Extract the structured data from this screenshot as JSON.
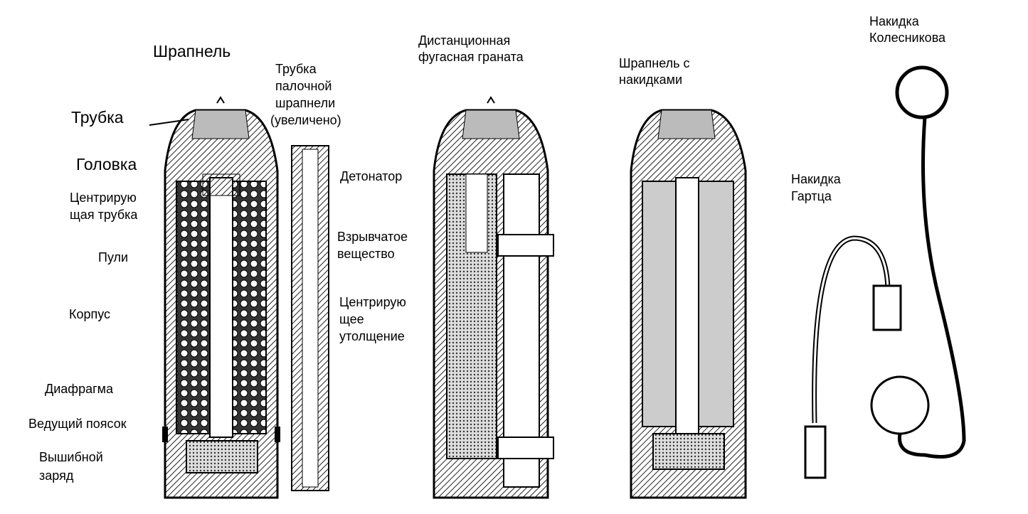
{
  "shrapnel": {
    "title": "Шрапнель",
    "labels": {
      "tube": "Трубка",
      "head": "Головка",
      "centering_tube": [
        "Центрирую",
        "щая трубка"
      ],
      "bullets": "Пули",
      "body": "Корпус",
      "diaphragm": "Диафрагма",
      "driving_band": "Ведущий поясок",
      "expelling_charge": [
        "Вышибной",
        "заряд"
      ]
    }
  },
  "rod_tube": {
    "title": [
      "Трубка",
      "палочной",
      "шрапнели",
      "(увеличено)"
    ],
    "labels": {
      "detonator": "Детонатор",
      "explosive": [
        "Взрывчатое",
        "вещество"
      ],
      "centering_thickening": [
        "Центрирую",
        "щее",
        "утолщение"
      ]
    }
  },
  "he_grenade": {
    "title": [
      "Дистанционная",
      "фугасная граната"
    ]
  },
  "shrapnel_caps": {
    "title": [
      "Шрапнель с",
      "накидками"
    ]
  },
  "kolesnikov_cap": {
    "title": [
      "Накидка",
      "Колесникова"
    ]
  },
  "hartz_cap": {
    "title": [
      "Накидка",
      "Гартца"
    ]
  }
}
